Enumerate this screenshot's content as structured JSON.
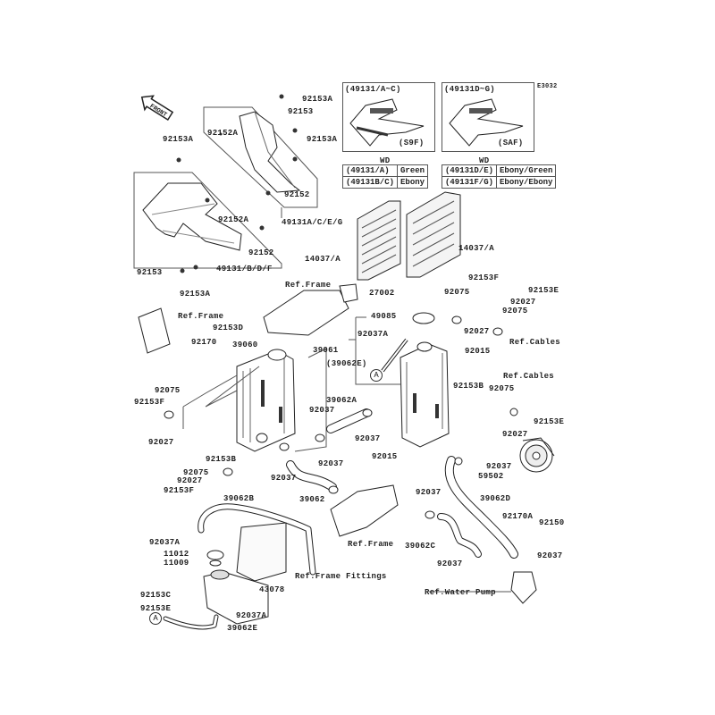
{
  "diagram_code": "E3032",
  "front_badge": "FRONT",
  "insets": [
    {
      "title": "(49131/A~C)",
      "code": "(S9F)",
      "note": "WD"
    },
    {
      "title": "(49131D~G)",
      "code": "(SAF)",
      "note": "WD"
    }
  ],
  "color_tables": [
    [
      [
        "(49131/A)",
        "Green"
      ],
      [
        "(49131B/C)",
        "Ebony"
      ]
    ],
    [
      [
        "(49131D/E)",
        "Ebony/Green"
      ],
      [
        "(49131F/G)",
        "Ebony/Ebony"
      ]
    ]
  ],
  "callout_marker": "A",
  "labels": [
    "92153A",
    "92153",
    "92152A",
    "92153A",
    "92153A",
    "92152",
    "49131A/C/E/G",
    "92152A",
    "92152",
    "14037/A",
    "14037/A",
    "92153",
    "49131/B/D/F",
    "92153A",
    "Ref.Frame",
    "27002",
    "92075",
    "92153F",
    "92027",
    "92153E",
    "92075",
    "92027",
    "Ref.Cables",
    "Ref.Frame",
    "92153D",
    "92170",
    "49085",
    "92037A",
    "39061",
    "(39062E)",
    "92015",
    "92153B",
    "39060",
    "Ref.Cables",
    "92075",
    "92075",
    "92153F",
    "39062A",
    "92037",
    "92153E",
    "92027",
    "92037",
    "92027",
    "92153B",
    "92015",
    "92037",
    "59502",
    "92037",
    "92037",
    "92075",
    "92027",
    "92153F",
    "39062",
    "92037",
    "39062D",
    "39062B",
    "92170A",
    "92150",
    "92037A",
    "Ref.Frame",
    "11012",
    "39062C",
    "11009",
    "92037",
    "92037",
    "Ref.Frame Fittings",
    "92153C",
    "43078",
    "Ref.Water Pump",
    "92153E",
    "92037A",
    "39062E"
  ]
}
